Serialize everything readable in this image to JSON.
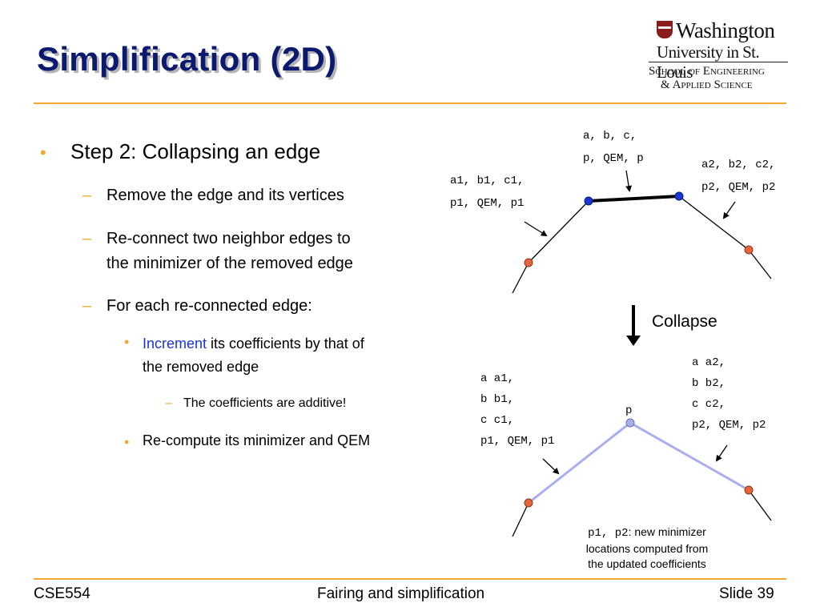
{
  "slide": {
    "title": "Simplification (2D)"
  },
  "logo": {
    "line1": "Washington",
    "line2": "University in St. Louis",
    "line3": "School of Engineering",
    "line4": "& Applied Science"
  },
  "bullets": {
    "step": "Step 2: Collapsing an edge",
    "sub1": "Remove the edge and its vertices",
    "sub2_line1": "Re-connect two neighbor edges to",
    "sub2_line2": "the minimizer of the removed edge",
    "sub3": "For each re-connected edge:",
    "inc_word": "Increment",
    "inc_rest": " its coefficients by that of",
    "inc_line2": "the removed edge",
    "additive": "The coefficients are additive!",
    "recompute": "Re-compute its minimizer and QEM"
  },
  "diagram_top": {
    "center_row1": "a, b, c,",
    "center_row2": "p, QEM, p",
    "left_row1": "a1, b1, c1,",
    "left_row2": "p1, QEM, p1",
    "right_row1": "a2, b2, c2,",
    "right_row2": "p2, QEM, p2"
  },
  "collapse_label": "Collapse",
  "diagram_bottom": {
    "point_label": "p",
    "left": [
      "a  a1,",
      "b  b1,",
      "c  c1,",
      "p1, QEM, p1"
    ],
    "right": [
      "a  a2,",
      "b  b2,",
      "c  c2,",
      "p2, QEM, p2"
    ],
    "caption_vars": "p1, p2",
    "caption_l1": ": new minimizer",
    "caption_l2": "locations computed from",
    "caption_l3": "the updated coefficients"
  },
  "footer": {
    "left": "CSE554",
    "center": "Fairing and simplification",
    "right": "Slide 39"
  },
  "colors": {
    "title": "#0b1a6e",
    "accent": "#f0a830",
    "highlight": "#1a35d6",
    "vertex_orange": "#e8643c",
    "vertex_blue": "#1a35d6",
    "new_edge": "#a8aef0"
  }
}
